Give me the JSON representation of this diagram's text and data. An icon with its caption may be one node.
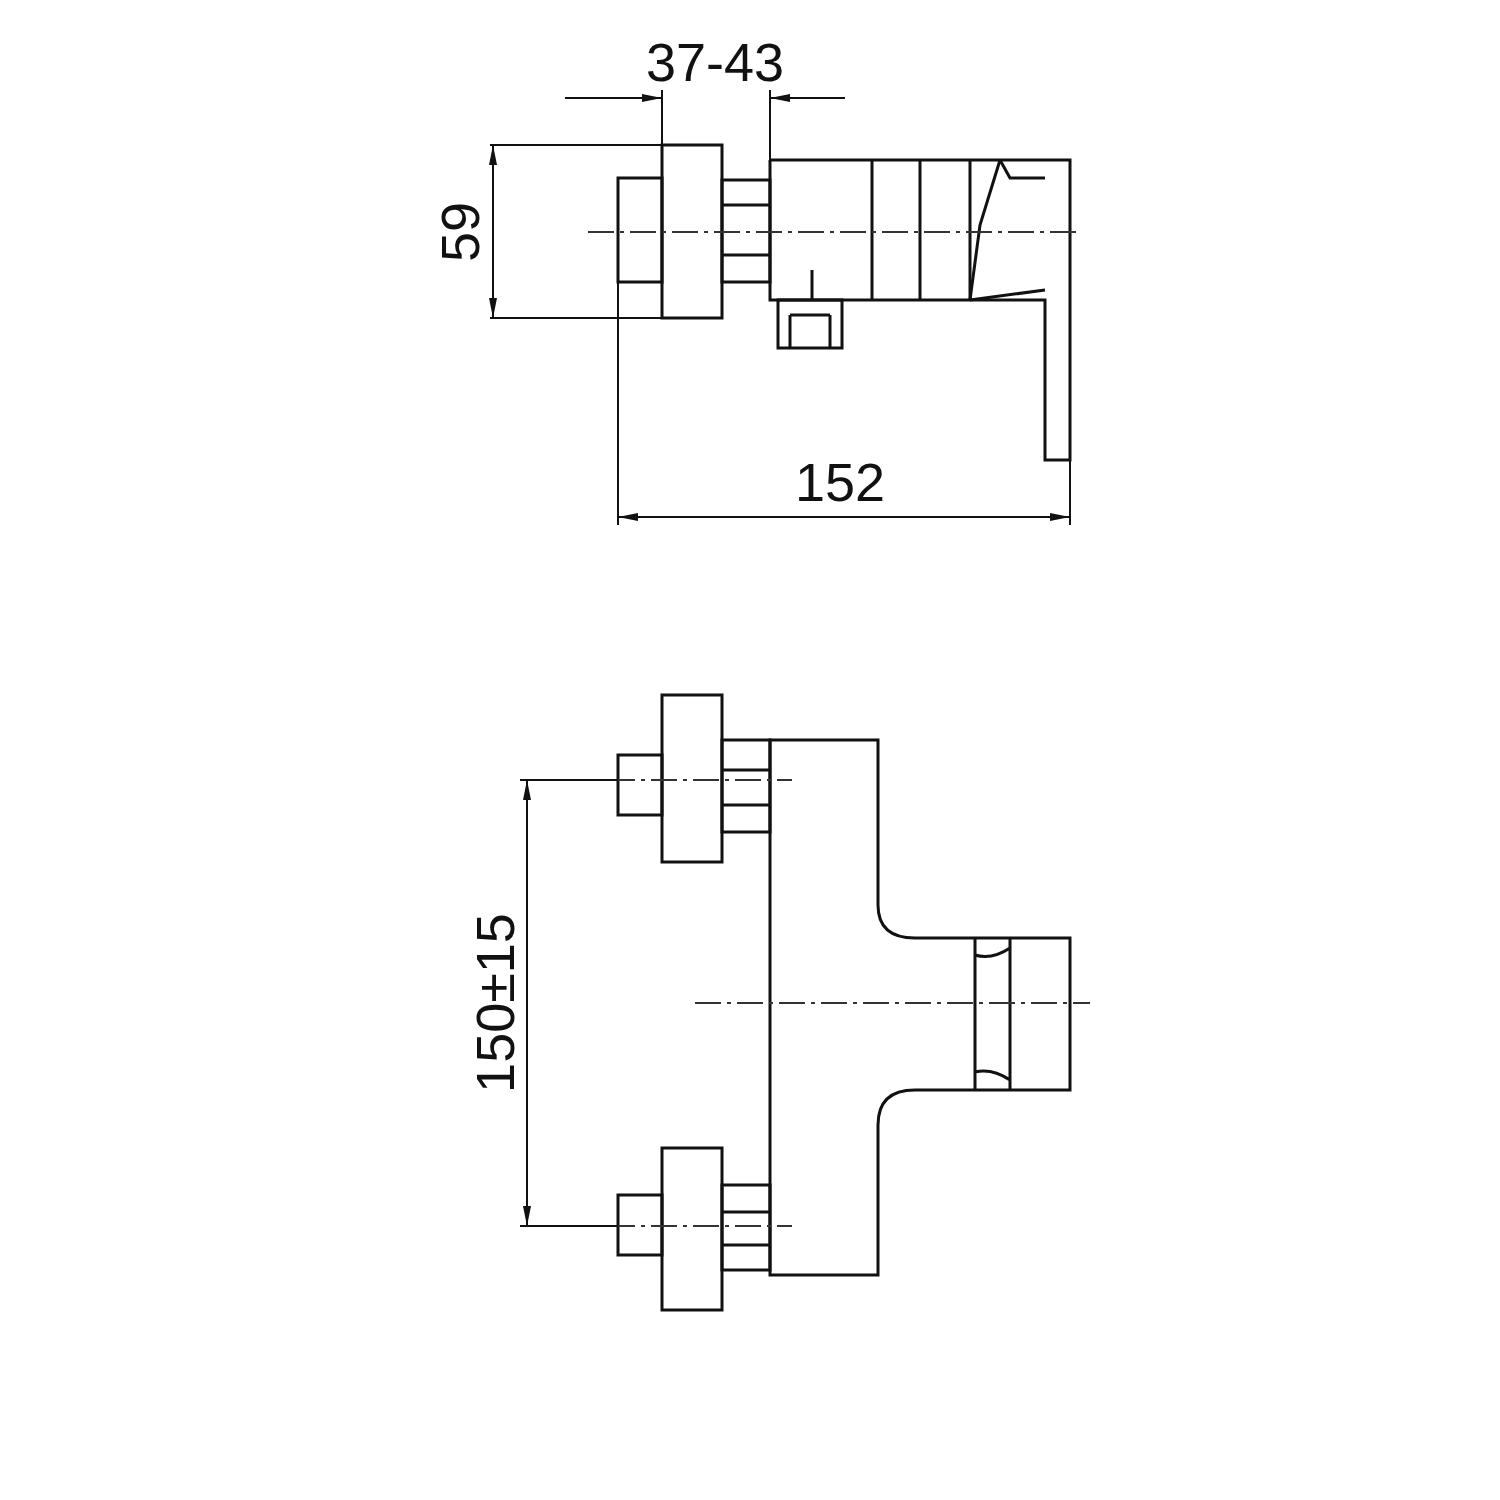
{
  "diagram": {
    "labels": [
      "37-43",
      "59",
      "152",
      "150±15"
    ]
  }
}
